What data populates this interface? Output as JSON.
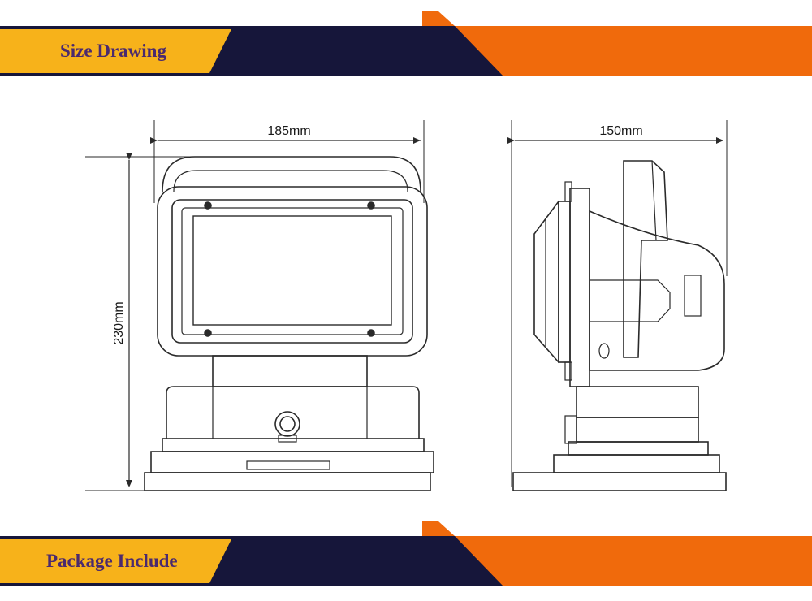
{
  "banners": {
    "top_title": "Size Drawing",
    "bottom_title": "Package Include"
  },
  "dimensions": {
    "width_front": "185mm",
    "width_side": "150mm",
    "height": "230mm"
  },
  "colors": {
    "navy": "#16163a",
    "orange": "#f06a0c",
    "yellow": "#f7b21a",
    "title_text": "#4b2a6e",
    "line": "#2a2a2a"
  }
}
